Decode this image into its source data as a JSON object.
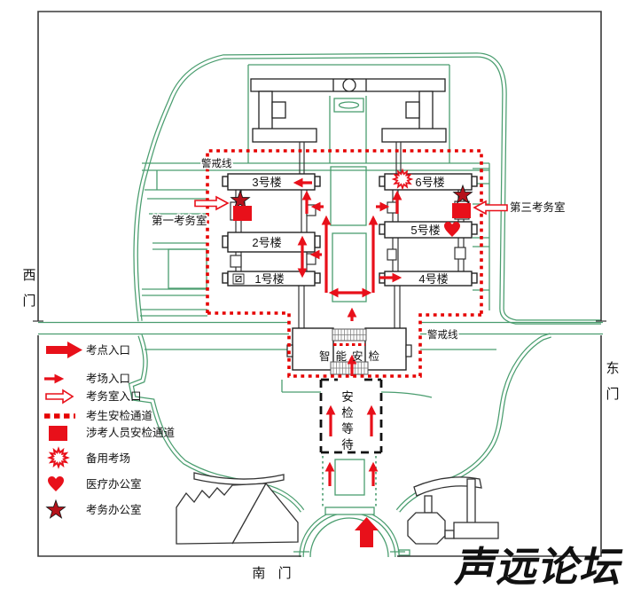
{
  "colors": {
    "road_green": "#4a9d6f",
    "arrow_red": "#e8101a",
    "cordon_red": "#e60000",
    "office_star_red": "#b5121b",
    "watermark_pink": "#e8336e"
  },
  "gates": {
    "west": {
      "chars": [
        "西",
        "门"
      ]
    },
    "east": {
      "chars": [
        "东",
        "门"
      ]
    },
    "south": {
      "label": "南 门"
    }
  },
  "cordon": {
    "label_top": "警戒线",
    "label_bottom": "警戒线"
  },
  "buildings": {
    "b1": "1号楼",
    "b2": "2号楼",
    "b3": "3号楼",
    "b4": "4号楼",
    "b5": "5号楼",
    "b6": "6号楼"
  },
  "offices": {
    "first": "第一考务室",
    "third": "第三考务室"
  },
  "security": {
    "smart_check": "智能安检",
    "waiting_chars": [
      "安",
      "检",
      "等",
      "待"
    ]
  },
  "legend": {
    "items": [
      {
        "icon": "thick-arrow",
        "label": "考点入口"
      },
      {
        "icon": "thin-arrow",
        "label": "考场入口"
      },
      {
        "icon": "outline-arrow",
        "label": "考务室入口"
      },
      {
        "icon": "dotted-line",
        "label": "考生安检通道"
      },
      {
        "icon": "red-square",
        "label": "涉考人员安检通道"
      },
      {
        "icon": "starburst",
        "label": "备用考场"
      },
      {
        "icon": "heart",
        "label": "医疗办公室"
      },
      {
        "icon": "star",
        "label": "考务办公室"
      }
    ]
  },
  "watermark": "声远论坛"
}
